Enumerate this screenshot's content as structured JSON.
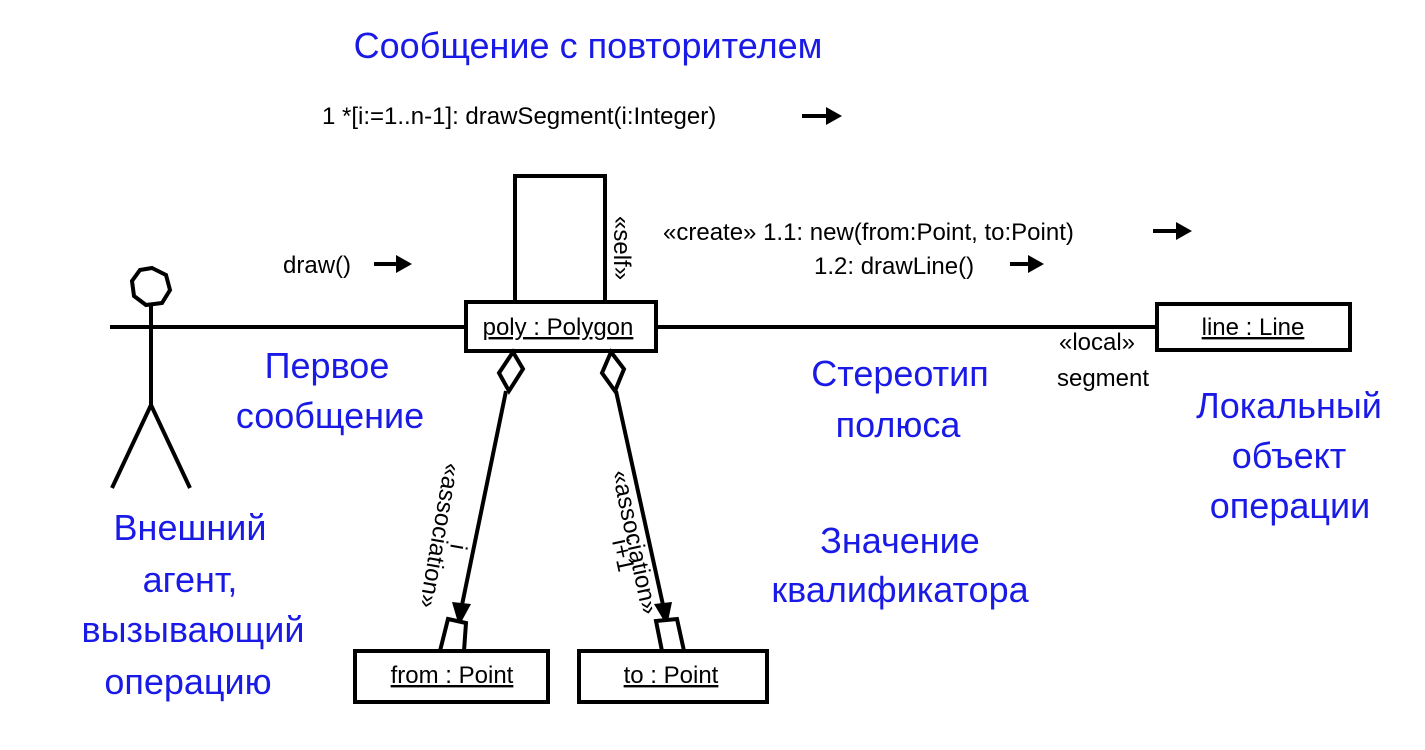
{
  "colors": {
    "annotation": "#1a1ae6",
    "ink": "#000000"
  },
  "annotations": {
    "iterator_message": "Сообщение с повторителем",
    "first_message": [
      "Первое",
      "сообщение"
    ],
    "end_stereotype": [
      "Стереотип",
      "полюса"
    ],
    "local_object": [
      "Локальный",
      "объект",
      "операции"
    ],
    "external_agent": [
      "Внешний",
      "агент,",
      "вызывающий",
      "операцию"
    ],
    "qualifier_value": [
      "Значение",
      "квалификатора"
    ]
  },
  "messages": {
    "iteration": "1 *[i:=1..n-1]: drawSegment(i:Integer)",
    "draw": "draw()",
    "create": "«create» 1.1: new(from:Point, to:Point)",
    "draw_line": "1.2:  drawLine()"
  },
  "objects": {
    "polygon": "poly : Polygon",
    "line": "line : Line",
    "from": "from : Point",
    "to": "to : Point"
  },
  "link_labels": {
    "self": "«self»",
    "local": "«local»",
    "segment": "segment",
    "association": "«association»",
    "qualifier_i": "i",
    "qualifier_i1": "i+1"
  },
  "icons": [
    "actor-icon",
    "arrow-right-icon",
    "aggregation-diamond-icon",
    "qualifier-box-icon"
  ]
}
